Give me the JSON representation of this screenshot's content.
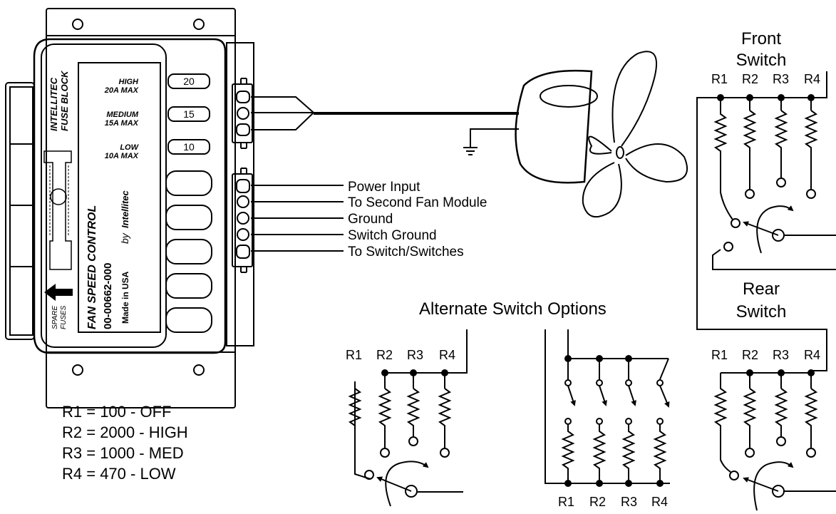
{
  "fuse_block": {
    "brand_line1": "INTELLITEC",
    "brand_line2": "FUSE BLOCK",
    "product_name": "FAN SPEED CONTROL",
    "part_number": "00-00662-000",
    "by_label": "by",
    "maker": "Intellitec",
    "origin": "Made in USA",
    "spare_label1": "SPARE",
    "spare_label2": "FUSES",
    "fuse_ratings": [
      {
        "name": "HIGH",
        "max": "20A MAX",
        "fuse": "20"
      },
      {
        "name": "MEDIUM",
        "max": "15A MAX",
        "fuse": "15"
      },
      {
        "name": "LOW",
        "max": "10A MAX",
        "fuse": "10"
      }
    ]
  },
  "connector_labels": [
    "Power Input",
    "To Second Fan Module",
    "Ground",
    "Switch Ground",
    "To Switch/Switches"
  ],
  "resistor_values": [
    "R1 = 100 - OFF",
    "R2 = 2000 - HIGH",
    "R3 = 1000 - MED",
    "R4 = 470 - LOW"
  ],
  "resistor_names": [
    "R1",
    "R2",
    "R3",
    "R4"
  ],
  "alternate_title": "Alternate Switch Options",
  "front_switch": {
    "line1": "Front",
    "line2": "Switch"
  },
  "rear_switch": {
    "line1": "Rear",
    "line2": "Switch"
  }
}
